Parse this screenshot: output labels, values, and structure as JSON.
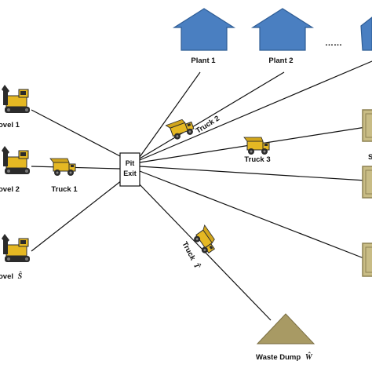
{
  "diagram": {
    "hub": {
      "line1": "Pit",
      "line2": "Exit"
    },
    "plants": [
      {
        "label": "Plant 1"
      },
      {
        "label": "Plant 2"
      },
      {
        "label": ""
      }
    ],
    "plants_ellipsis": "……",
    "shovels": [
      {
        "label": "ovel 1"
      },
      {
        "label": "ovel 2"
      },
      {
        "label": "ovel",
        "symbol": "Ŝ"
      }
    ],
    "trucks": [
      {
        "label": "Truck 1"
      },
      {
        "label": "Truck 2"
      },
      {
        "label": "Truck 3"
      },
      {
        "label": "Truck",
        "symbol": "T̂"
      }
    ],
    "stockpile_partial_label": "S",
    "waste_dump": {
      "label": "Waste Dump",
      "symbol": "Ŵ"
    },
    "colors": {
      "plant_fill": "#4a7fc1",
      "plant_stroke": "#2f5d95",
      "stockpile_fill": "#c8bc85",
      "stockpile_stroke": "#8e8252",
      "dump_fill": "#a89a64",
      "dump_stroke": "#7b6f44",
      "truck_body": "#e5b823",
      "equipment_dark": "#2b2b2b",
      "line": "#111111"
    }
  }
}
